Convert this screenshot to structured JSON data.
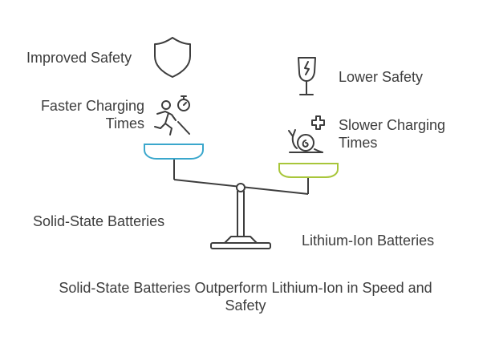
{
  "left": {
    "benefit1": "Improved Safety",
    "benefit2_line1": "Faster Charging",
    "benefit2_line2": "Times",
    "name": "Solid-State Batteries",
    "pan_color": "#3aa7cc"
  },
  "right": {
    "drawback1": "Lower Safety",
    "drawback2_line1": "Slower Charging",
    "drawback2_line2": "Times",
    "name": "Lithium-Ion Batteries",
    "pan_color": "#a8c63a"
  },
  "caption_line1": "Solid-State Batteries Outperform Lithium-Ion in Speed and",
  "caption_line2": "Safety",
  "icons": {
    "shield": "shield-icon",
    "runner": "runner-stopwatch-icon",
    "broken_glass": "broken-glass-icon",
    "snail": "snail-medical-icon"
  }
}
